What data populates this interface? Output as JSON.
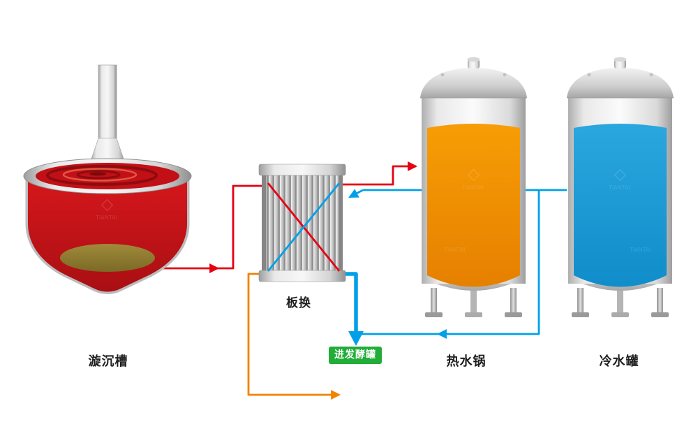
{
  "diagram": {
    "equipment": [
      {
        "id": "whirlpool",
        "label": "漩沉槽"
      },
      {
        "id": "plate-heat-exchanger",
        "label": "板换"
      },
      {
        "id": "hot-water-tank",
        "label": "热水锅"
      },
      {
        "id": "cold-water-tank",
        "label": "冷水罐"
      }
    ],
    "fermenter_tag": {
      "label": "进发酵罐",
      "bg": "#22ac38",
      "text_color": "#ffffff"
    },
    "watermark": {
      "text": "TIANTAI"
    },
    "colors": {
      "wort_line": "#e60012",
      "cold_line": "#00a0e9",
      "hot_line": "#f08300",
      "tank_hot_fill": "#ef8b00",
      "tank_cold_fill": "#1b9dd9",
      "wort_liquid": "#c81117",
      "sediment": "#8f7b2d",
      "tag_green": "#22ac38"
    }
  }
}
